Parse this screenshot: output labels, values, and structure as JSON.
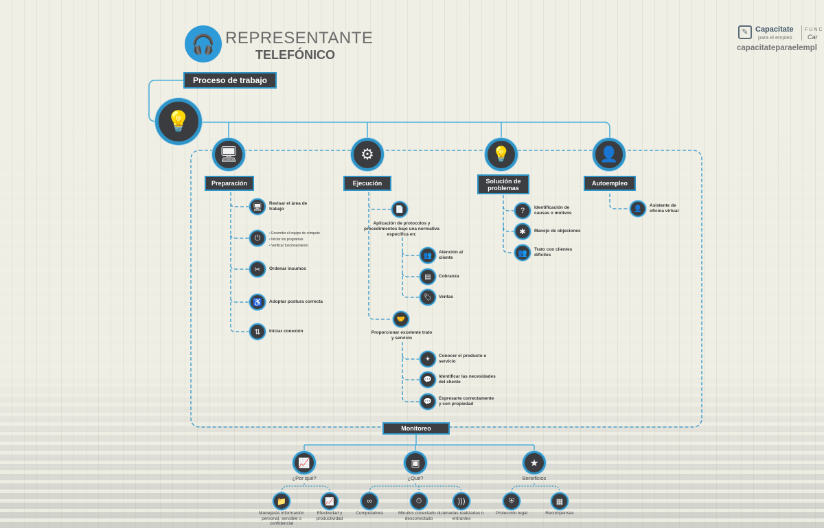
{
  "header": {
    "title_line1": "REPRESENTANTE",
    "title_line2": "TELEFÓNICO",
    "icon": "headset-icon"
  },
  "brand": {
    "name": "Capacitate",
    "tagline": "para el empleo",
    "partner_fragment": "FUNC",
    "partner_script": "Car",
    "url": "capacitateparaelempl"
  },
  "process_label": "Proceso de trabajo",
  "categories": [
    {
      "label": "Preparación",
      "icon": "computer-icon"
    },
    {
      "label": "Ejecución",
      "icon": "gears-icon"
    },
    {
      "label": "Solución de problemas",
      "icon": "lightbulb-icon"
    },
    {
      "label": "Autoempleo",
      "icon": "person-icon"
    }
  ],
  "preparacion": [
    {
      "text": "Revisar el área de trabajo",
      "icon": "workstation-icon"
    },
    {
      "bullets": [
        "Encender el equipo de cómputo",
        "Iniciar los programas",
        "Verificar funcionamiento"
      ],
      "icon": "power-icon"
    },
    {
      "text": "Ordenar insumos",
      "icon": "supplies-icon"
    },
    {
      "text": "Adoptar postura correcta",
      "icon": "posture-icon"
    },
    {
      "text": "Iniciar conexión",
      "icon": "connection-icon"
    }
  ],
  "ejecucion": {
    "protocols": {
      "text": "Aplicación de protocolos y procedimientos bajo una normativa específica en:",
      "icon": "document-icon",
      "items": [
        {
          "text": "Atención al cliente",
          "icon": "customers-icon"
        },
        {
          "text": "Cobranza",
          "icon": "billing-icon"
        },
        {
          "text": "Ventas",
          "icon": "tag-icon"
        }
      ]
    },
    "service": {
      "text": "Proporcionar excelente trato y servicio",
      "icon": "handshake-icon",
      "items": [
        {
          "text": "Conocer el producto o servicio",
          "icon": "product-icon"
        },
        {
          "text": "Identificar las necesidades del cliente",
          "icon": "client-needs-icon"
        },
        {
          "text": "Expresarte correctamente y con propiedad",
          "icon": "speech-icon"
        }
      ]
    }
  },
  "solucion": [
    {
      "text": "Identificación de causas o motivos",
      "icon": "question-icon"
    },
    {
      "text": "Manejo de objeciones",
      "icon": "objections-icon"
    },
    {
      "text": "Trato con clientes difíciles",
      "icon": "group-icon"
    }
  ],
  "autoempleo": [
    {
      "text": "Asistente de oficina virtual",
      "icon": "virtual-assistant-icon"
    }
  ],
  "monitoreo": {
    "label": "Monitoreo",
    "groups": [
      {
        "label": "¿Por qué?",
        "icon": "chart-icon",
        "items": [
          {
            "text": "Manejarás información personal, sensible o confidencial",
            "icon": "folder-icon"
          },
          {
            "text": "Efectividad y productividad",
            "icon": "growth-icon"
          }
        ]
      },
      {
        "label": "¿Qué?",
        "icon": "monitor-icon",
        "items": [
          {
            "text": "Computadora",
            "icon": "voicemail-icon"
          },
          {
            "text": "Minutos conectado o desconectado",
            "icon": "stopwatch-icon"
          },
          {
            "text": "Llamadas realizadas o entrantes",
            "icon": "signal-icon"
          }
        ]
      },
      {
        "label": "Beneficios",
        "icon": "star-icon",
        "items": [
          {
            "text": "Protección legal",
            "icon": "shield-icon"
          },
          {
            "text": "Recompensas",
            "icon": "reward-icon"
          }
        ]
      }
    ]
  },
  "colors": {
    "accent": "#2f95c9",
    "node": "#3b3c3f",
    "headset": "#2f9ad8"
  }
}
